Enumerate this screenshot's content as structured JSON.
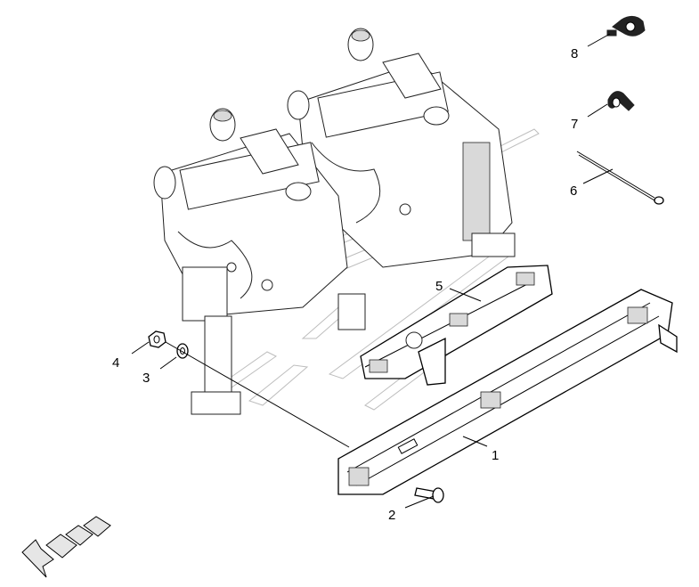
{
  "diagram": {
    "callouts": [
      {
        "id": "c1",
        "label": "1"
      },
      {
        "id": "c2",
        "label": "2"
      },
      {
        "id": "c3",
        "label": "3"
      },
      {
        "id": "c4",
        "label": "4"
      },
      {
        "id": "c5",
        "label": "5"
      },
      {
        "id": "c6",
        "label": "6"
      },
      {
        "id": "c7",
        "label": "7"
      },
      {
        "id": "c8",
        "label": "8"
      }
    ],
    "colors": {
      "line": "#000000",
      "watermark": "#bdbdbd",
      "shade": "#d9d9d9"
    },
    "direction_marker": "front-direction-arrow"
  }
}
